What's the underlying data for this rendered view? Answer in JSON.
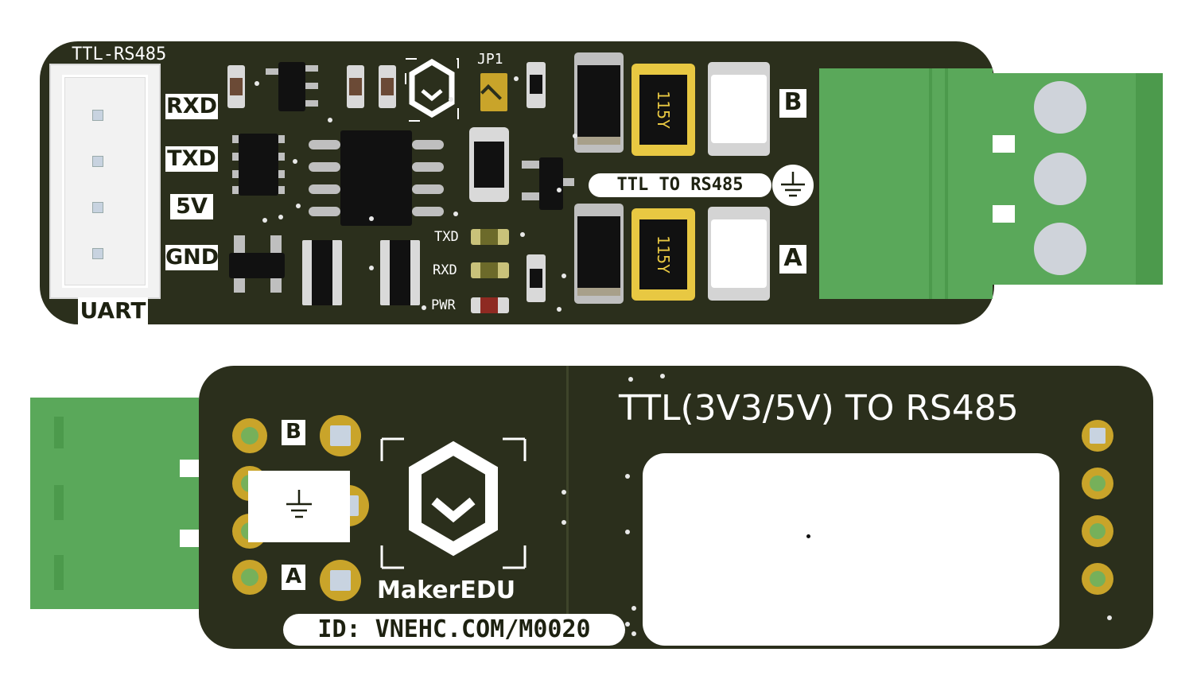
{
  "top_board": {
    "title": "TTL-RS485",
    "connector_label": "UART",
    "pins": [
      "RXD",
      "TXD",
      "5V",
      "GND"
    ],
    "terminal_labels": [
      "B",
      "A"
    ],
    "jumper": "JP1",
    "leds": [
      "TXD",
      "RXD",
      "PWR"
    ],
    "fuse_marking": "115Y",
    "badge": "TTL TO RS485"
  },
  "bottom_board": {
    "title": "TTL(3V3/5V) TO RS485",
    "terminal_labels": [
      "B",
      "A"
    ],
    "brand": "MakerEDU",
    "id_label": "ID: VNEHC.COM/M0020"
  },
  "colors": {
    "pcb": "#2b2f1c",
    "silkscreen": "#ffffff",
    "terminal_green": "#5aa85a",
    "pad_gold": "#c9a42a"
  },
  "icons": [
    "ground-icon",
    "makeredu-logo-icon"
  ]
}
